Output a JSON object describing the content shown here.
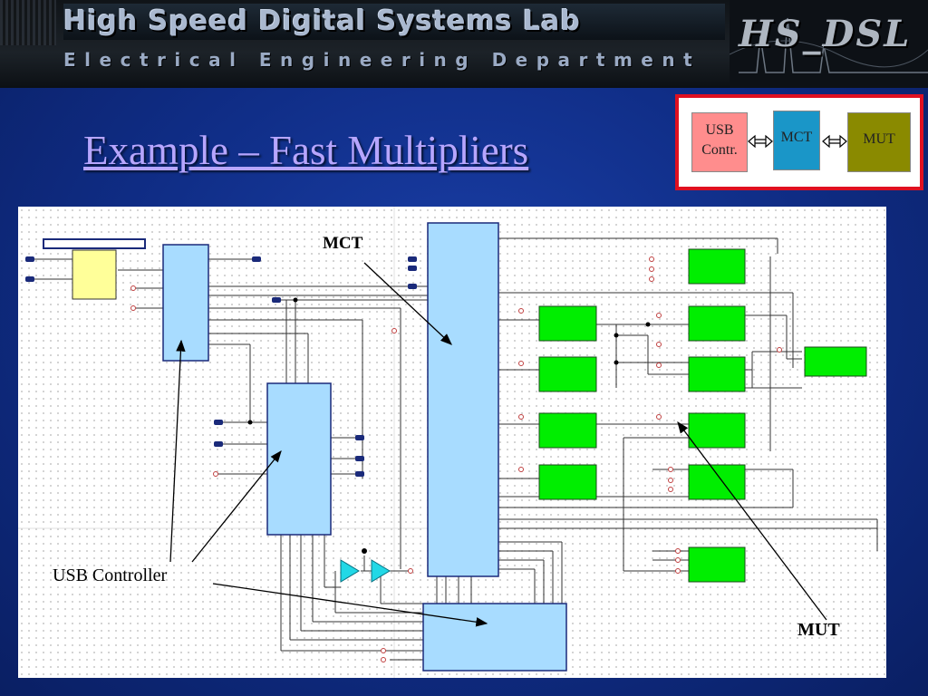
{
  "banner": {
    "lab_title": "High Speed Digital Systems Lab",
    "department": "Electrical Engineering Department",
    "logo": "HS_DSL"
  },
  "slide": {
    "title": "Example – Fast Multipliers"
  },
  "legend": {
    "usb_label_line1": "USB",
    "usb_label_line2": "Contr.",
    "mct_label": "MCT",
    "mut_label": "MUT",
    "usb_color": "#ff8d8d",
    "mct_color": "#1a96c8",
    "mut_color": "#8a8a00",
    "border_color": "#e01020"
  },
  "schematic": {
    "callouts": {
      "mct": "MCT",
      "usb": "USB Controller",
      "mut": "MUT"
    },
    "colors": {
      "usb_block": "#a8dcff",
      "mct_block": "#a8dcff",
      "mut_block": "#00ee00",
      "input_block": "#ffff99",
      "buffer": "#22d8e6"
    }
  }
}
